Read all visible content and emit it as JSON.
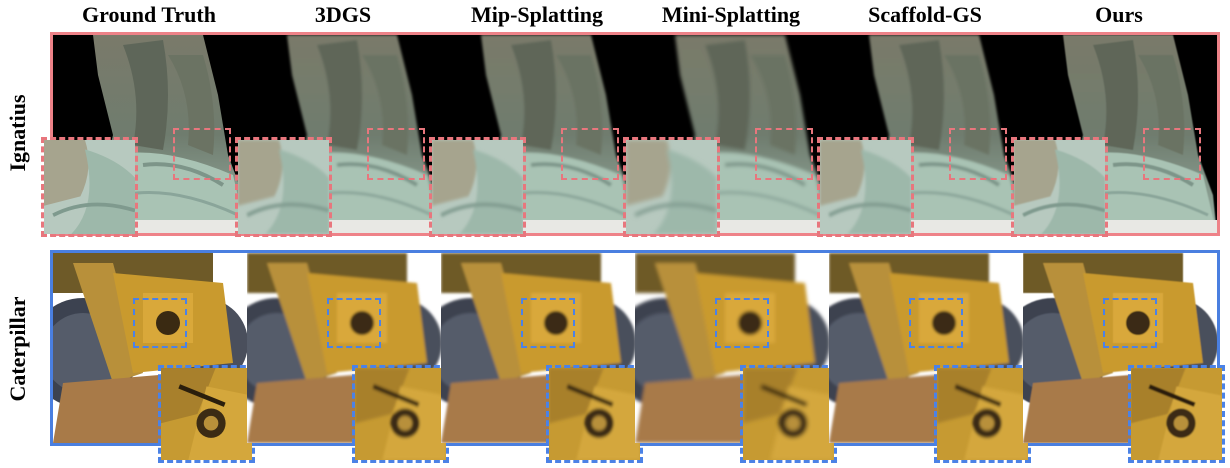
{
  "columns": [
    "Ground Truth",
    "3DGS",
    "Mip-Splatting",
    "Mini-Splatting",
    "Scaffold-GS",
    "Ours"
  ],
  "rows": [
    {
      "label": "Ignatius",
      "accent": "#ee8288"
    },
    {
      "label": "Caterpillar",
      "accent": "#4a7fe0"
    }
  ]
}
